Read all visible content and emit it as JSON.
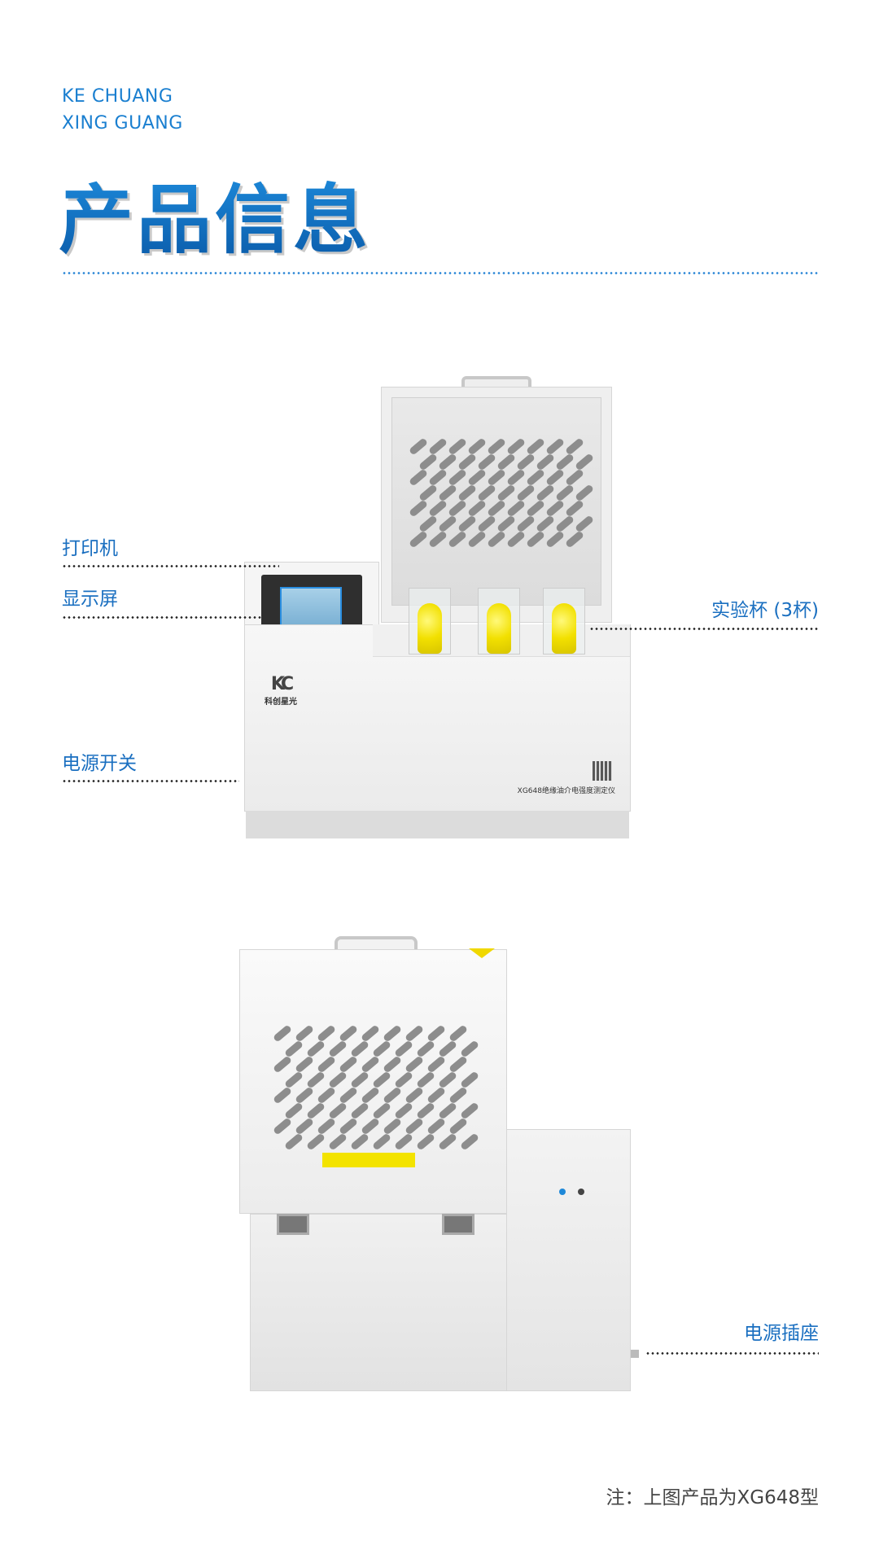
{
  "header": {
    "brand_line1": "KE CHUANG",
    "brand_line2": "XING GUANG",
    "title": "产品信息"
  },
  "colors": {
    "accent": "#1a7fd0",
    "title_gradient_top": "#1f8fe0",
    "title_gradient_bottom": "#0a5aa8",
    "note": "#444444",
    "cup_yellow": "#f2e000"
  },
  "callouts": {
    "printer": "打印机",
    "display": "显示屏",
    "test_cups": "实验杯 (3杯)",
    "power_switch": "电源开关",
    "power_socket": "电源插座"
  },
  "product": {
    "logo_text": "科创星光",
    "model_label": "XG648绝缘油介电强度测定仪"
  },
  "footer": {
    "note": "注：上图产品为XG648型"
  }
}
